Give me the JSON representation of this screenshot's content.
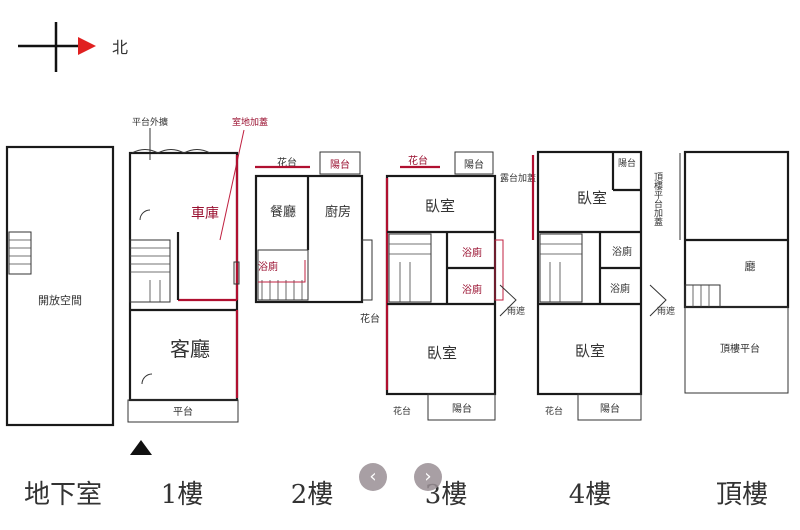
{
  "compass": {
    "mark": "北"
  },
  "floors": [
    {
      "id": "basement",
      "label": "地下室"
    },
    {
      "id": "f1",
      "label": "1樓"
    },
    {
      "id": "f2",
      "label": "2樓"
    },
    {
      "id": "f3",
      "label": "3樓"
    },
    {
      "id": "f4",
      "label": "4樓"
    },
    {
      "id": "roof",
      "label": "頂樓"
    }
  ],
  "rooms": {
    "basement_open": "開放空間",
    "f1_platform_ext": "平台外擴",
    "f1_indoor_cover": "室地加蓋",
    "f1_garage": "車庫",
    "f1_living": "客廳",
    "f1_terrace": "平台",
    "f2_flower_top": "花台",
    "f2_balcony": "陽台",
    "f2_dining": "餐廳",
    "f2_kitchen": "廚房",
    "f2_bath": "浴廁",
    "f2_flower_side": "花台",
    "f3_flower_top": "花台",
    "f3_balcony_top": "陽台",
    "f3_bedroom_top": "臥室",
    "f3_bath_1": "浴廁",
    "f3_bath_2": "浴廁",
    "f3_canopy": "雨遮",
    "f3_bedroom_bottom": "臥室",
    "f3_flower_bottom": "花台",
    "f3_balcony_bottom": "陽台",
    "f4_dew_platform": "露台加蓋",
    "f4_balcony_top": "陽台",
    "f4_bedroom_top": "臥室",
    "f4_bath_1": "浴廁",
    "f4_bath_2": "浴廁",
    "f4_canopy": "雨遮",
    "f4_bedroom_bottom": "臥室",
    "f4_flower_bottom": "花台",
    "f4_balcony_bottom": "陽台",
    "roof_cover": "頂樓平台加蓋",
    "roof_hall": "廳",
    "roof_platform": "頂樓平台"
  },
  "navigation": {
    "prev_icon": "chevron-left-icon",
    "next_icon": "chevron-right-icon",
    "prev": "‹",
    "next": "›"
  },
  "colors": {
    "accent_red": "#b01030",
    "wall": "#1a1a1a",
    "nav": "#9a8f95"
  }
}
